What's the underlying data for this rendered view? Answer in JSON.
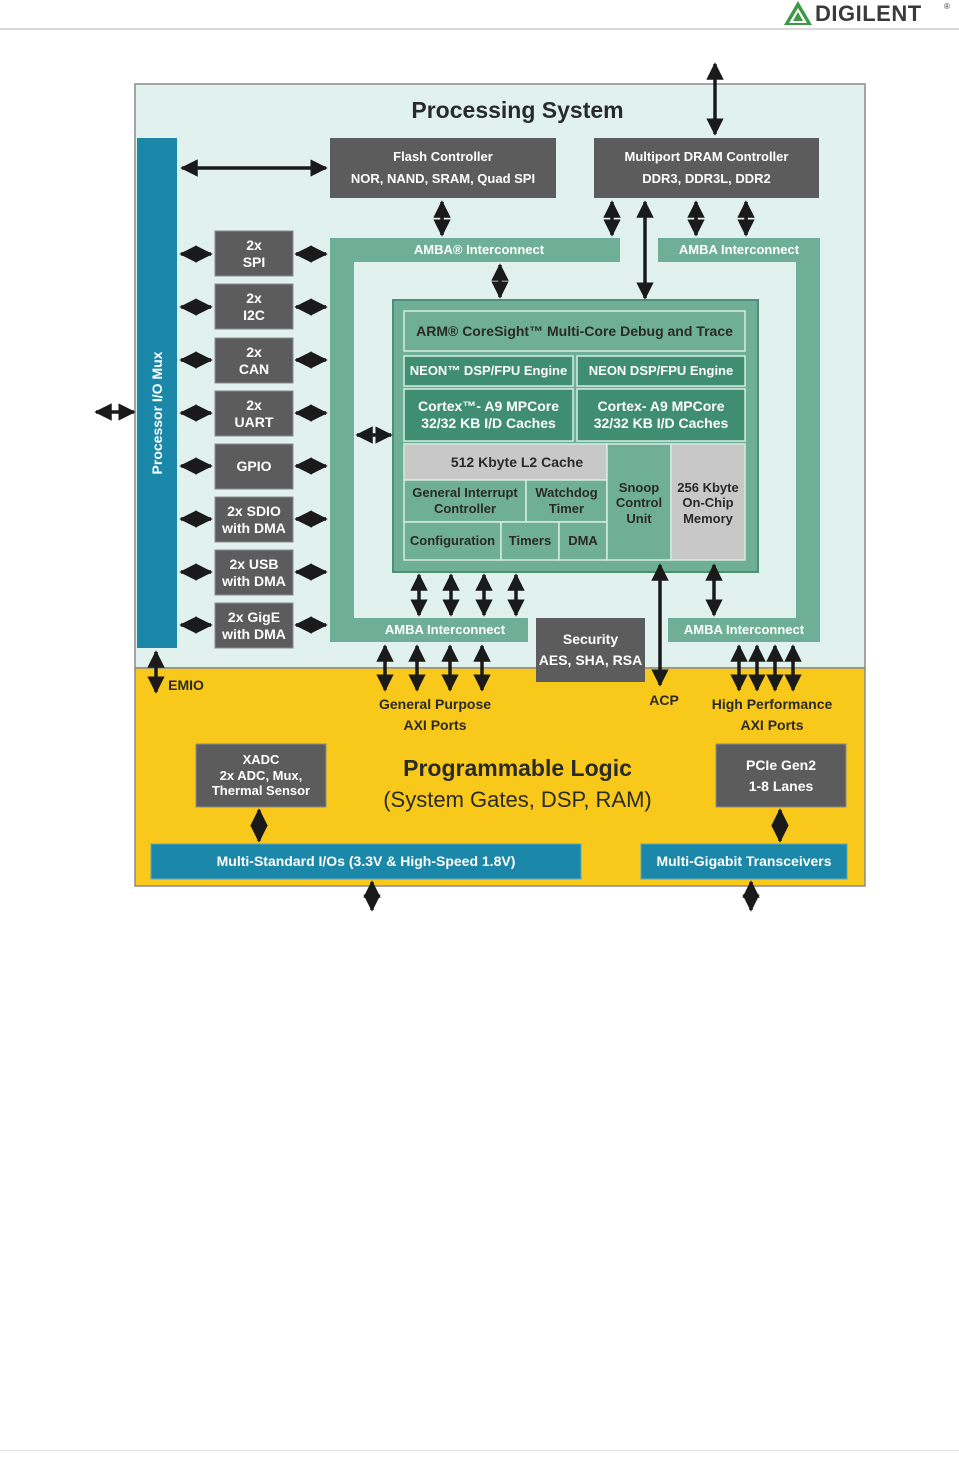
{
  "brand": {
    "name": "DIGILENT",
    "mark": "®"
  },
  "ps": {
    "title": "Processing System",
    "io_mux": "Processor I/O Mux",
    "flash": {
      "line1": "Flash Controller",
      "line2": "NOR, NAND, SRAM, Quad SPI"
    },
    "dram": {
      "line1": "Multiport DRAM Controller",
      "line2": "DDR3, DDR3L, DDR2"
    },
    "peripherals": [
      "2x\nSPI",
      "2x\nI2C",
      "2x\nCAN",
      "2x\nUART",
      "GPIO",
      "2x SDIO\nwith DMA",
      "2x USB\nwith DMA",
      "2x GigE\nwith DMA"
    ],
    "amba_top_left": "AMBA® Interconnect",
    "amba_top_right": "AMBA Interconnect",
    "amba_bottom_left": "AMBA Interconnect",
    "amba_bottom_right": "AMBA Interconnect",
    "coresight": "ARM® CoreSight™ Multi-Core Debug and Trace",
    "neon_left": "NEON™ DSP/FPU Engine",
    "neon_right": "NEON DSP/FPU Engine",
    "cortex_left": "Cortex™- A9 MPCore\n32/32 KB I/D Caches",
    "cortex_right": "Cortex- A9 MPCore\n32/32 KB I/D Caches",
    "l2": "512 Kbyte L2 Cache",
    "gic": "General Interrupt\nController",
    "watchdog": "Watchdog\nTimer",
    "config": "Configuration",
    "timers": "Timers",
    "dma": "DMA",
    "snoop": "Snoop\nControl\nUnit",
    "ocm": "256 Kbyte\nOn-Chip\nMemory",
    "security": "Security\nAES, SHA, RSA"
  },
  "pl": {
    "emio": "EMIO",
    "gp_axi": "General Purpose\nAXI Ports",
    "acp": "ACP",
    "hp_axi": "High Performance\nAXI Ports",
    "xadc": "XADC\n2x ADC, Mux,\nThermal Sensor",
    "title": "Programmable Logic",
    "subtitle": "(System Gates, DSP, RAM)",
    "pcie": "PCIe Gen2\n1-8 Lanes",
    "multi_io": "Multi-Standard I/Os (3.3V & High-Speed 1.8V)",
    "transceivers": "Multi-Gigabit Transceivers"
  },
  "colors": {
    "ps_bg": "#e1f2ee",
    "pl_bg": "#f8c91a",
    "teal": "#6fae97",
    "teal_dark": "#3f8e74",
    "blue": "#1b87a9",
    "gray_box": "#5c5c5c",
    "light_gray": "#c8c8c8",
    "accent_logo": "#3c9a44"
  }
}
